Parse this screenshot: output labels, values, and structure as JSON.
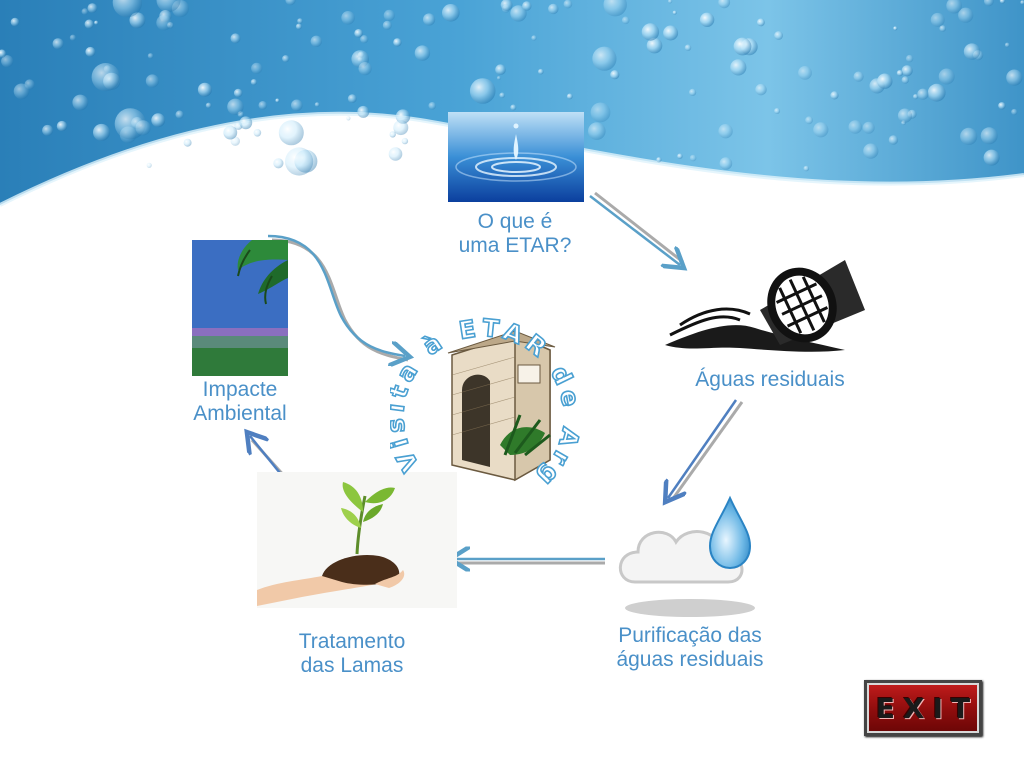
{
  "slide": {
    "nodes": {
      "what_is_etar": "O que é\numa ETAR?",
      "wastewater": "Águas residuais",
      "purification": "Purificação das\náguas residuais",
      "sludge": "Tratamento\ndas Lamas",
      "impact": "Impacte\nAmbiental"
    },
    "logo_text": "Visita à ETAR de Arganil -",
    "exit_label": "EXIT"
  },
  "colors": {
    "label_blue": "#4a90c8",
    "arrow_blue": "#5aa0c8",
    "exit_red": "#a01414"
  }
}
